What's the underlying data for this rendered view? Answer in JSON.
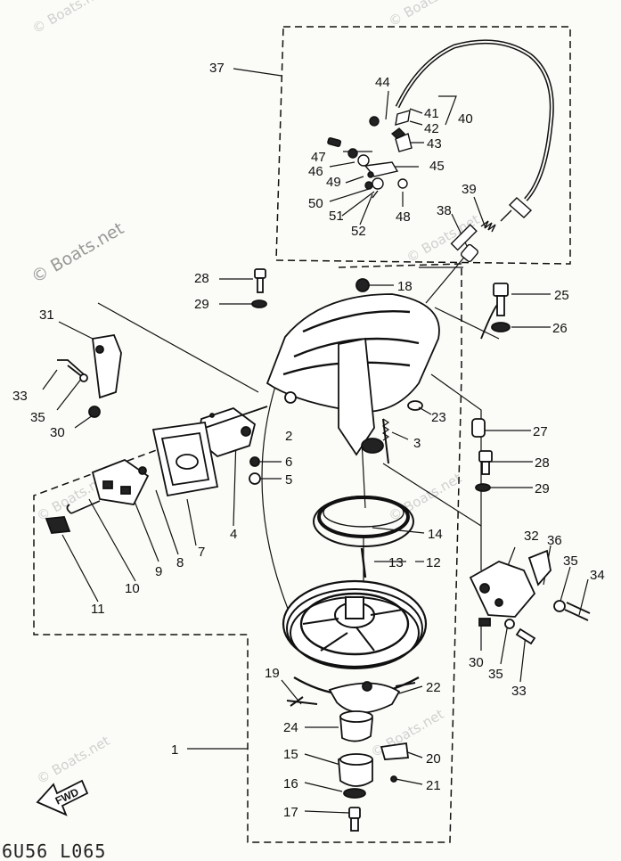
{
  "watermark": "© Boats.net",
  "footer_code": "6U56 L065",
  "fwd_label": "FWD",
  "parts": [
    {
      "id": "p37",
      "text": "37"
    },
    {
      "id": "p44",
      "text": "44"
    },
    {
      "id": "p41",
      "text": "41"
    },
    {
      "id": "p40",
      "text": "40"
    },
    {
      "id": "p42",
      "text": "42"
    },
    {
      "id": "p43",
      "text": "43"
    },
    {
      "id": "p47",
      "text": "47"
    },
    {
      "id": "p46",
      "text": "46"
    },
    {
      "id": "p45",
      "text": "45"
    },
    {
      "id": "p49",
      "text": "49"
    },
    {
      "id": "p50",
      "text": "50"
    },
    {
      "id": "p51",
      "text": "51"
    },
    {
      "id": "p48",
      "text": "48"
    },
    {
      "id": "p52",
      "text": "52"
    },
    {
      "id": "p39",
      "text": "39"
    },
    {
      "id": "p38",
      "text": "38"
    },
    {
      "id": "p28a",
      "text": "28"
    },
    {
      "id": "p29a",
      "text": "29"
    },
    {
      "id": "p18",
      "text": "18"
    },
    {
      "id": "p25",
      "text": "25"
    },
    {
      "id": "p26",
      "text": "26"
    },
    {
      "id": "p31",
      "text": "31"
    },
    {
      "id": "p33a",
      "text": "33"
    },
    {
      "id": "p35a",
      "text": "35"
    },
    {
      "id": "p30a",
      "text": "30"
    },
    {
      "id": "p23",
      "text": "23"
    },
    {
      "id": "p2",
      "text": "2"
    },
    {
      "id": "p3",
      "text": "3"
    },
    {
      "id": "p27",
      "text": "27"
    },
    {
      "id": "p28b",
      "text": "28"
    },
    {
      "id": "p29b",
      "text": "29"
    },
    {
      "id": "p6",
      "text": "6"
    },
    {
      "id": "p5",
      "text": "5"
    },
    {
      "id": "p4",
      "text": "4"
    },
    {
      "id": "p7",
      "text": "7"
    },
    {
      "id": "p8",
      "text": "8"
    },
    {
      "id": "p9",
      "text": "9"
    },
    {
      "id": "p10",
      "text": "10"
    },
    {
      "id": "p11",
      "text": "11"
    },
    {
      "id": "p14",
      "text": "14"
    },
    {
      "id": "p13",
      "text": "13"
    },
    {
      "id": "p12",
      "text": "12"
    },
    {
      "id": "p32",
      "text": "32"
    },
    {
      "id": "p36",
      "text": "36"
    },
    {
      "id": "p35b",
      "text": "35"
    },
    {
      "id": "p34",
      "text": "34"
    },
    {
      "id": "p30b",
      "text": "30"
    },
    {
      "id": "p35c",
      "text": "35"
    },
    {
      "id": "p33b",
      "text": "33"
    },
    {
      "id": "p19",
      "text": "19"
    },
    {
      "id": "p22",
      "text": "22"
    },
    {
      "id": "p24",
      "text": "24"
    },
    {
      "id": "p1",
      "text": "1"
    },
    {
      "id": "p15",
      "text": "15"
    },
    {
      "id": "p20",
      "text": "20"
    },
    {
      "id": "p16",
      "text": "16"
    },
    {
      "id": "p21",
      "text": "21"
    },
    {
      "id": "p17",
      "text": "17"
    }
  ]
}
